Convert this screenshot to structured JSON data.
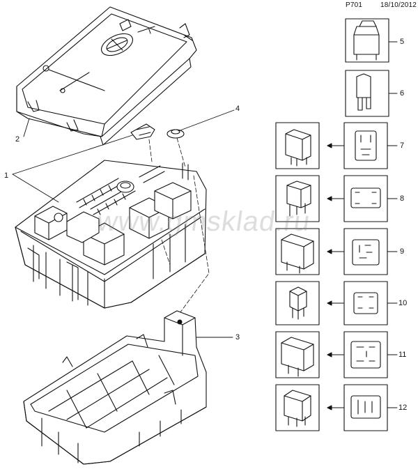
{
  "header": {
    "code": "P701",
    "date": "18/10/2012"
  },
  "callouts": {
    "c1": "1",
    "c2": "2",
    "c3": "3",
    "c4": "4",
    "c5": "5",
    "c6": "6",
    "c7": "7",
    "c8": "8",
    "c9": "9",
    "c10": "10",
    "c11": "11",
    "c12": "12"
  },
  "watermark": "www.gmsklad.ru"
}
